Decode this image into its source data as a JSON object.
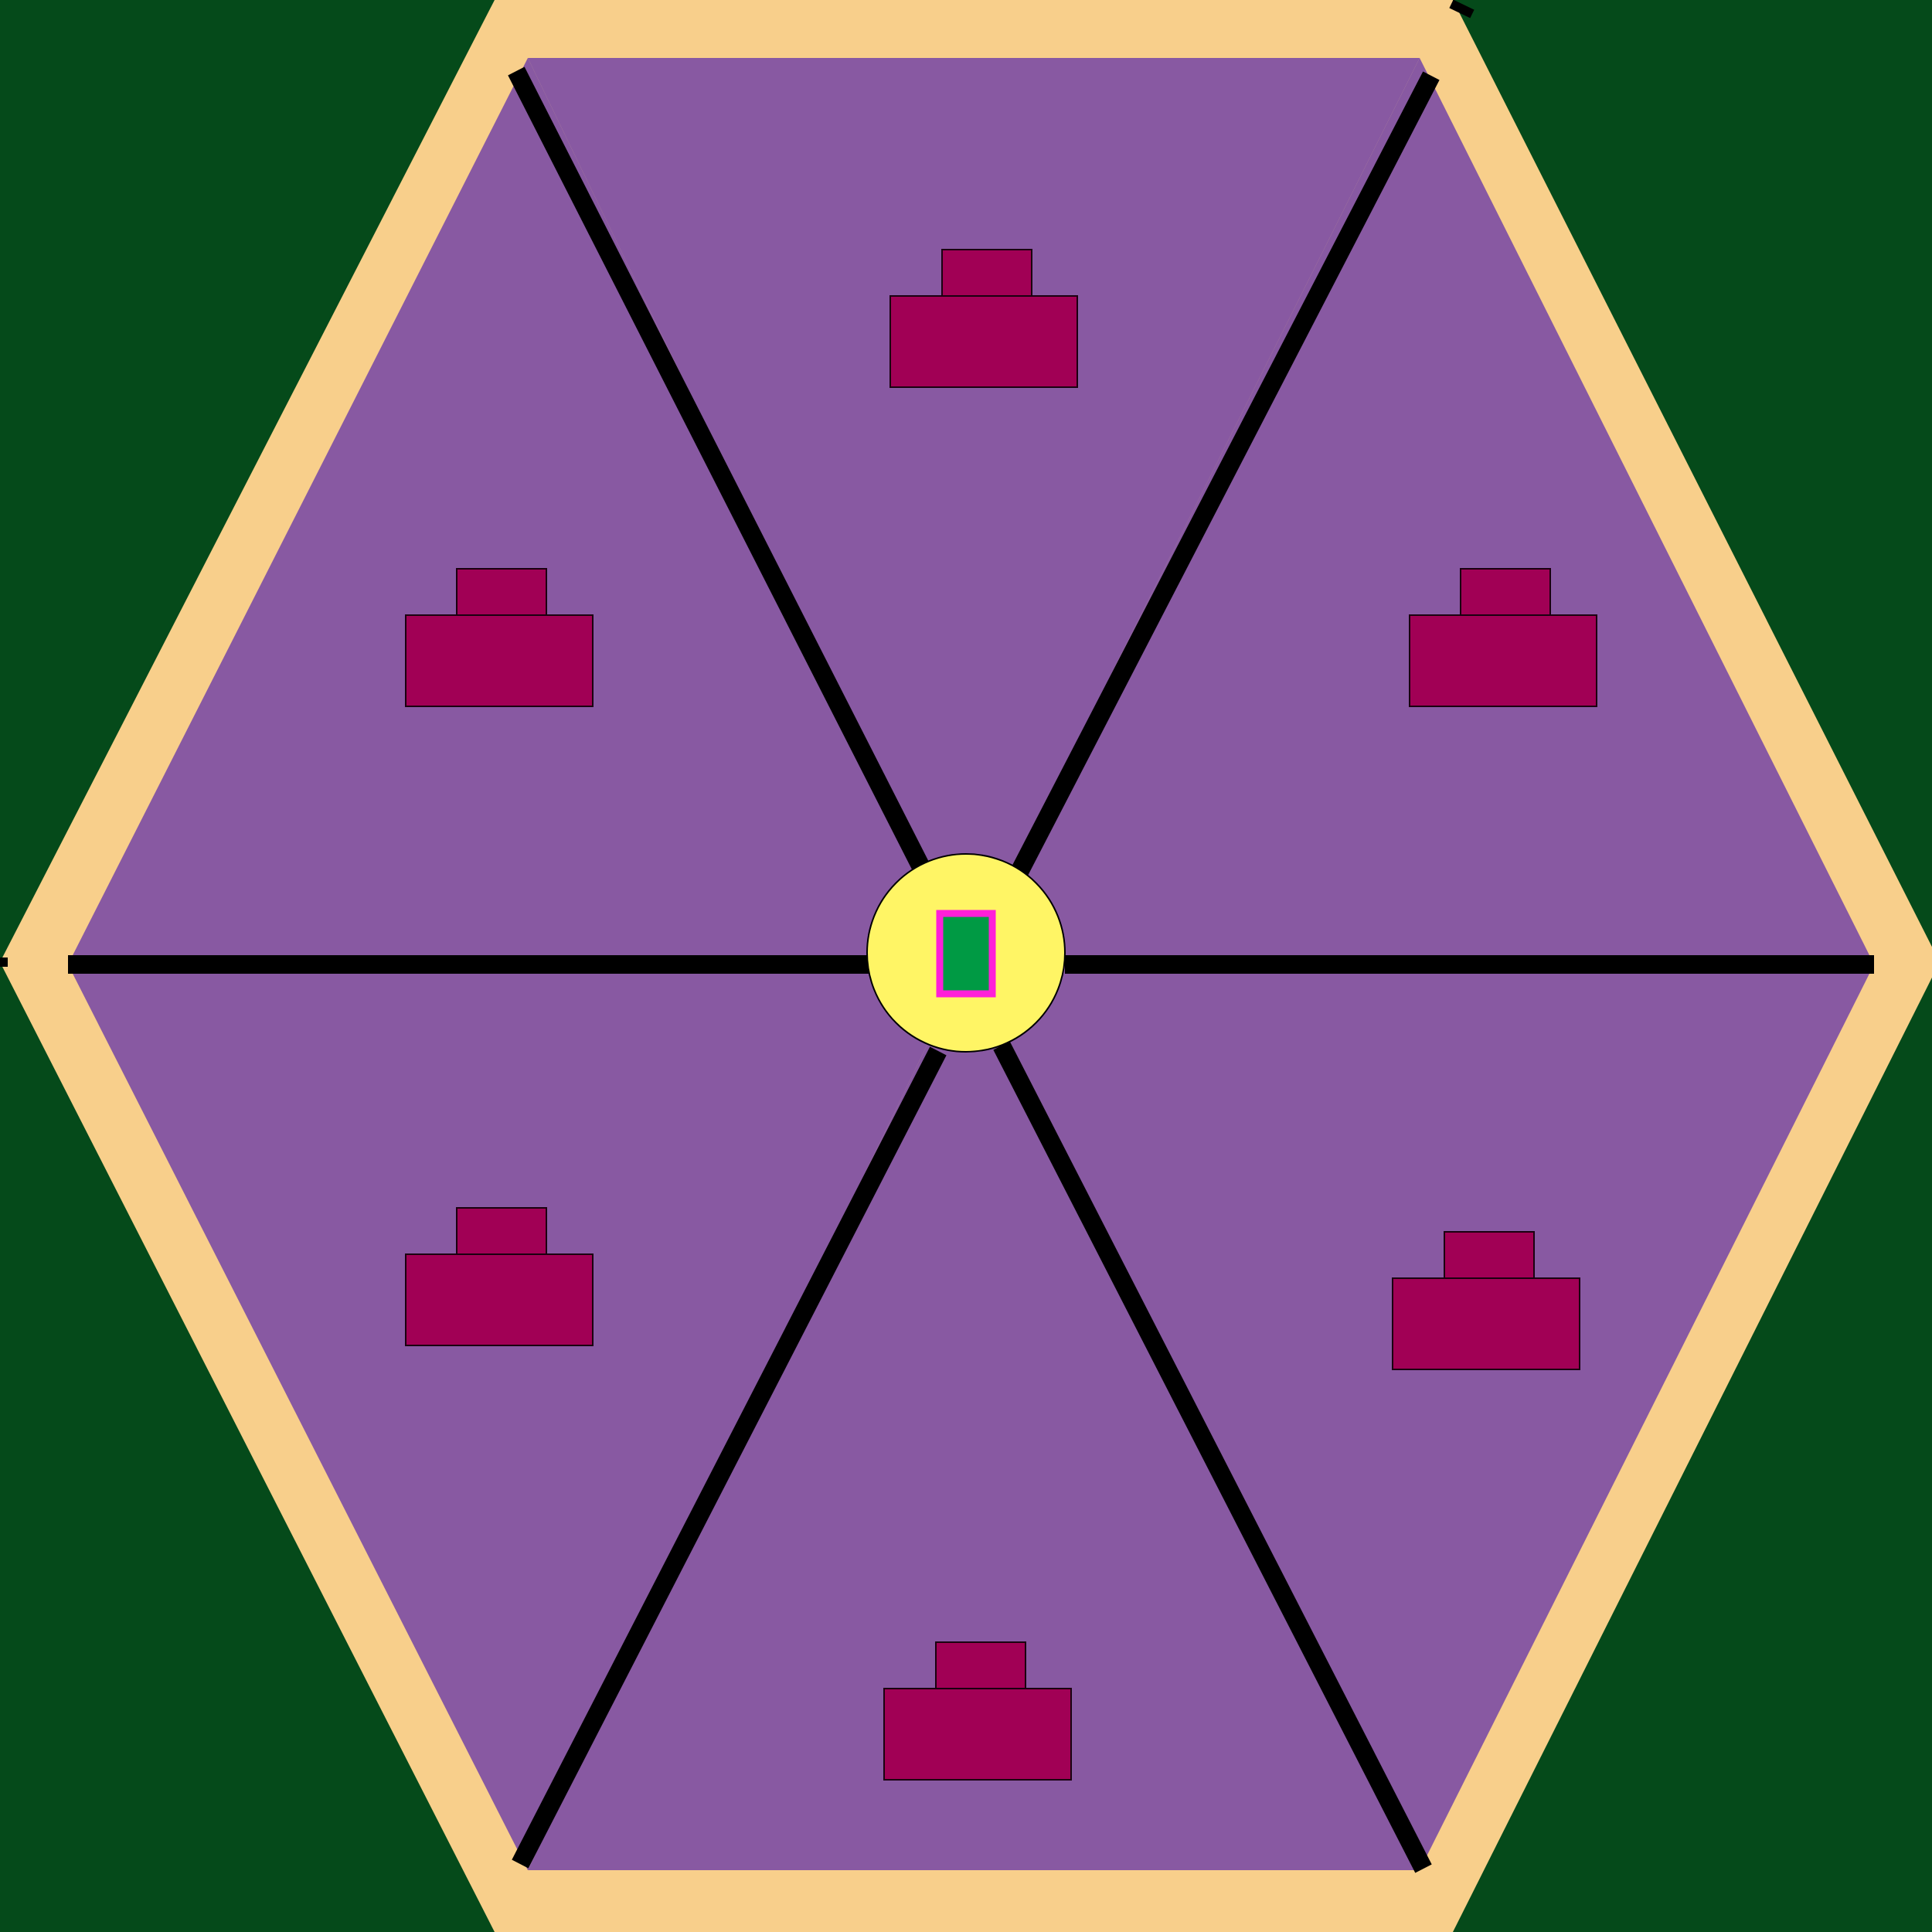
{
  "colors": {
    "background": "#054a1a",
    "rim": "#f8cf8b",
    "sector_fill": "#8859a2",
    "divider": "#000000",
    "block": "#a10055",
    "block_outline": "#1a0010",
    "hub_fill": "#fff565",
    "hub_core": "#009a44",
    "hub_core_border": "#ff1fd8"
  },
  "board": {
    "shape": "hexagon",
    "sector_count": 6,
    "sectors": [
      {
        "position": "top",
        "piece": "stacked-block"
      },
      {
        "position": "upper-right",
        "piece": "stacked-block"
      },
      {
        "position": "lower-right",
        "piece": "stacked-block"
      },
      {
        "position": "bottom",
        "piece": "stacked-block"
      },
      {
        "position": "lower-left",
        "piece": "stacked-block"
      },
      {
        "position": "upper-left",
        "piece": "stacked-block"
      }
    ],
    "hub": {
      "piece": "green-tile"
    }
  }
}
